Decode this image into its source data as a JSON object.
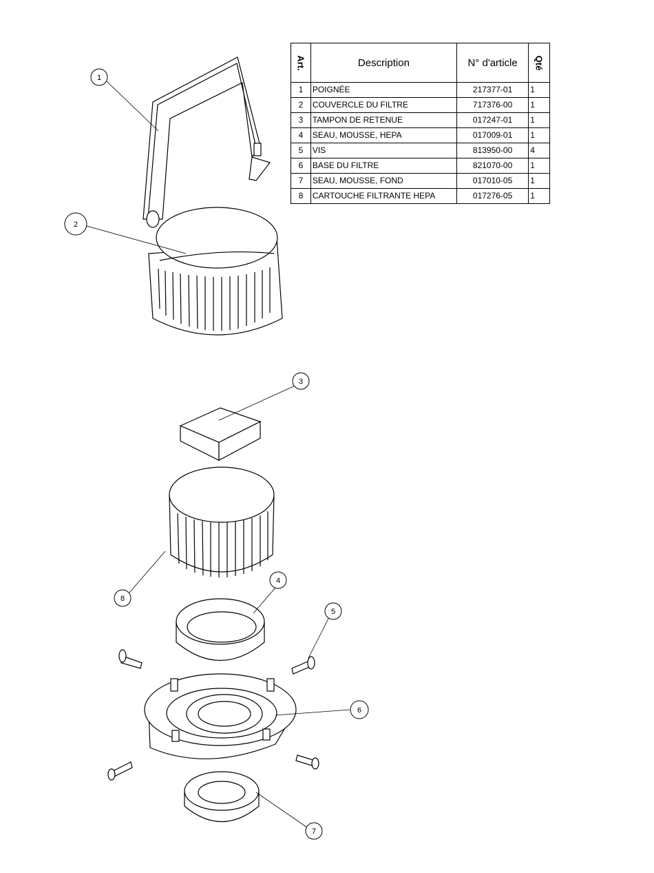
{
  "table": {
    "headers": {
      "item": "Art.",
      "description": "Description",
      "part_number": "N° d'article",
      "qty": "Qté"
    },
    "rows": [
      {
        "item": "1",
        "description": "POIGNÉE",
        "part_number": "217377-01",
        "qty": "1"
      },
      {
        "item": "2",
        "description": "COUVERCLE DU FILTRE",
        "part_number": "717376-00",
        "qty": "1"
      },
      {
        "item": "3",
        "description": "TAMPON DE RETENUE",
        "part_number": "017247-01",
        "qty": "1"
      },
      {
        "item": "4",
        "description": "SEAU, MOUSSE, HEPA",
        "part_number": "017009-01",
        "qty": "1"
      },
      {
        "item": "5",
        "description": "VIS",
        "part_number": "813950-00",
        "qty": "4"
      },
      {
        "item": "6",
        "description": "BASE DU FILTRE",
        "part_number": "821070-00",
        "qty": "1"
      },
      {
        "item": "7",
        "description": "SEAU, MOUSSE, FOND",
        "part_number": "017010-05",
        "qty": "1"
      },
      {
        "item": "8",
        "description": "CARTOUCHE FILTRANTE HEPA",
        "part_number": "017276-05",
        "qty": "1"
      }
    ]
  },
  "callouts": {
    "c1": "1",
    "c2": "2",
    "c3": "3",
    "c4": "4",
    "c5": "5",
    "c6": "6",
    "c7": "7",
    "c8": "8"
  }
}
